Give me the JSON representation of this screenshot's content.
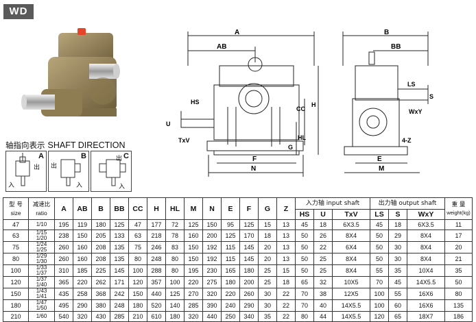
{
  "header": {
    "logo": "WD"
  },
  "shaft_direction": {
    "title_cn": "轴指向表示",
    "title_en": "SHAFT DIRECTION",
    "options": [
      {
        "tag": "A",
        "in": "入",
        "out": "出"
      },
      {
        "tag": "B",
        "in": "入",
        "out": "出"
      },
      {
        "tag": "C",
        "in": "入",
        "out": "出"
      }
    ]
  },
  "drawing_labels": {
    "A": "A",
    "AB": "AB",
    "HS": "HS",
    "U": "U",
    "TxV": "TxV",
    "CC": "CC",
    "H": "H",
    "HL": "HL",
    "G": "G",
    "F": "F",
    "N": "N",
    "B": "B",
    "BB": "BB",
    "LS": "LS",
    "S": "S",
    "WxY": "WxY",
    "4Z": "4-Z",
    "E": "E",
    "M": "M"
  },
  "table": {
    "headers": {
      "size_cn": "型 号",
      "size_en": "size",
      "ratio_cn": "减速比",
      "ratio_en": "ratio",
      "cols": [
        "A",
        "AB",
        "B",
        "BB",
        "CC",
        "H",
        "HL",
        "M",
        "N",
        "E",
        "F",
        "G",
        "Z"
      ],
      "input_group": "入力轴  input shaft",
      "input_cols": [
        "HS",
        "U",
        "TxV"
      ],
      "output_group": "出力轴 output shaft",
      "output_cols": [
        "LS",
        "S",
        "WxY"
      ],
      "weight_cn": "重 量",
      "weight_en": "weight(kg)"
    },
    "rows": [
      {
        "size": "47",
        "ratio": "1/10",
        "vals": [
          "195",
          "119",
          "180",
          "125",
          "47",
          "177",
          "72",
          "125",
          "150",
          "95",
          "125",
          "15",
          "13"
        ],
        "inp": [
          "45",
          "18",
          "6X3.5"
        ],
        "out": [
          "45",
          "18",
          "6X3.5"
        ],
        "w": "11"
      },
      {
        "size": "63",
        "ratio": "1/15\n1/20",
        "vals": [
          "238",
          "150",
          "205",
          "133",
          "63",
          "218",
          "78",
          "160",
          "200",
          "125",
          "170",
          "18",
          "13"
        ],
        "inp": [
          "50",
          "26",
          "8X4"
        ],
        "out": [
          "50",
          "29",
          "8X4"
        ],
        "w": "17"
      },
      {
        "size": "75",
        "ratio": "1/24\n1/25",
        "vals": [
          "260",
          "160",
          "208",
          "135",
          "75",
          "246",
          "83",
          "150",
          "192",
          "115",
          "145",
          "20",
          "13"
        ],
        "inp": [
          "50",
          "22",
          "6X4"
        ],
        "out": [
          "50",
          "30",
          "8X4"
        ],
        "w": "20"
      },
      {
        "size": "80",
        "ratio": "1/29\n1/30",
        "vals": [
          "260",
          "160",
          "208",
          "135",
          "80",
          "248",
          "80",
          "150",
          "192",
          "115",
          "145",
          "20",
          "13"
        ],
        "inp": [
          "50",
          "25",
          "8X4"
        ],
        "out": [
          "50",
          "30",
          "8X4"
        ],
        "w": "21"
      },
      {
        "size": "100",
        "ratio": "1/33\n1/37",
        "vals": [
          "310",
          "185",
          "225",
          "145",
          "100",
          "288",
          "80",
          "195",
          "230",
          "165",
          "180",
          "25",
          "15"
        ],
        "inp": [
          "50",
          "25",
          "8X4"
        ],
        "out": [
          "55",
          "35",
          "10X4"
        ],
        "w": "35"
      },
      {
        "size": "120",
        "ratio": "1/37\n1/40",
        "vals": [
          "365",
          "220",
          "262",
          "171",
          "120",
          "357",
          "100",
          "220",
          "275",
          "180",
          "200",
          "25",
          "18"
        ],
        "inp": [
          "65",
          "32",
          "10X5"
        ],
        "out": [
          "70",
          "45",
          "14X5.5"
        ],
        "w": "50"
      },
      {
        "size": "150",
        "ratio": "1/43\n1/41",
        "vals": [
          "435",
          "258",
          "368",
          "242",
          "150",
          "440",
          "125",
          "270",
          "320",
          "220",
          "260",
          "30",
          "22"
        ],
        "inp": [
          "70",
          "38",
          "12X5"
        ],
        "out": [
          "100",
          "55",
          "16X6"
        ],
        "w": "80"
      },
      {
        "size": "180",
        "ratio": "1/47\n1/50",
        "vals": [
          "495",
          "290",
          "380",
          "248",
          "180",
          "520",
          "140",
          "285",
          "390",
          "240",
          "290",
          "30",
          "22"
        ],
        "inp": [
          "70",
          "40",
          "14X5.5"
        ],
        "out": [
          "100",
          "60",
          "16X6"
        ],
        "w": "135"
      },
      {
        "size": "210",
        "ratio": "1/60",
        "vals": [
          "540",
          "320",
          "430",
          "285",
          "210",
          "610",
          "180",
          "320",
          "440",
          "250",
          "340",
          "35",
          "22"
        ],
        "inp": [
          "80",
          "44",
          "14X5.5"
        ],
        "out": [
          "120",
          "65",
          "18X7"
        ],
        "w": "186"
      }
    ]
  }
}
